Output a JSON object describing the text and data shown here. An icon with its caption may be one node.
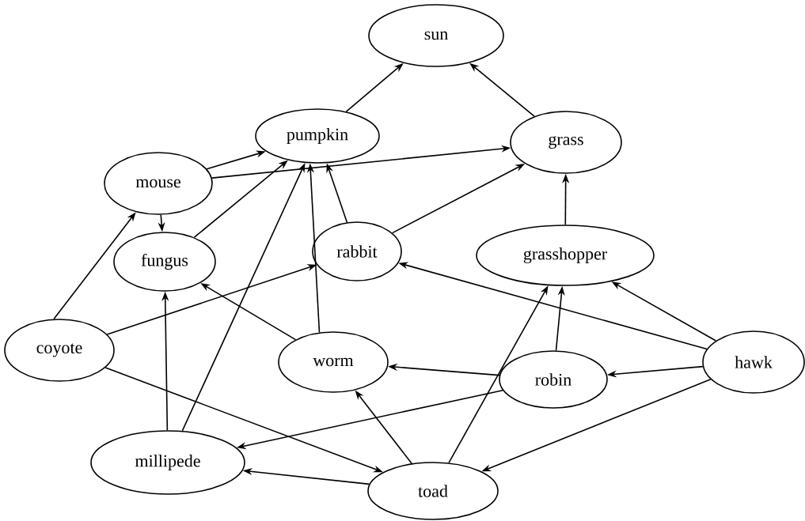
{
  "diagram": {
    "nodes": [
      {
        "text": [
          "sun"
        ]
      },
      {
        "text": [
          "pumpkin"
        ]
      },
      {
        "text": [
          "grass"
        ]
      },
      {
        "text": [
          "mouse"
        ]
      },
      {
        "text": [
          "rabbit"
        ]
      },
      {
        "text": [
          "grasshopper"
        ]
      },
      {
        "text": [
          "fungus"
        ]
      },
      {
        "text": [
          "coyote"
        ]
      },
      {
        "text": [
          "worm"
        ]
      },
      {
        "text": [
          "robin"
        ]
      },
      {
        "text": [
          "hawk"
        ]
      },
      {
        "text": [
          "millipede"
        ]
      },
      {
        "text": [
          "toad"
        ]
      }
    ],
    "edges": [
      {
        "from": 1,
        "to": 0,
        "arrow": "to"
      },
      {
        "from": 2,
        "to": 0,
        "arrow": "to"
      },
      {
        "from": 3,
        "to": 1,
        "arrow": "to"
      },
      {
        "from": 3,
        "to": 2,
        "arrow": "to"
      },
      {
        "from": 3,
        "to": 6,
        "arrow": "to"
      },
      {
        "from": 6,
        "to": 1,
        "arrow": "to"
      },
      {
        "from": 4,
        "to": 1,
        "arrow": "to"
      },
      {
        "from": 4,
        "to": 2,
        "arrow": "to"
      },
      {
        "from": 5,
        "to": 2,
        "arrow": "to"
      },
      {
        "from": 7,
        "to": 3,
        "arrow": "to"
      },
      {
        "from": 7,
        "to": 4,
        "arrow": "to"
      },
      {
        "from": 7,
        "to": 12,
        "arrow": "to"
      },
      {
        "from": 8,
        "to": 6,
        "arrow": "to"
      },
      {
        "from": 8,
        "to": 1,
        "arrow": "to"
      },
      {
        "from": 11,
        "to": 6,
        "arrow": "to"
      },
      {
        "from": 11,
        "to": 1,
        "arrow": "to"
      },
      {
        "from": 10,
        "to": 4,
        "arrow": "to"
      },
      {
        "from": 10,
        "to": 5,
        "arrow": "to"
      },
      {
        "from": 10,
        "to": 9,
        "arrow": "to"
      },
      {
        "from": 10,
        "to": 12,
        "arrow": "to"
      },
      {
        "from": 9,
        "to": 5,
        "arrow": "to"
      },
      {
        "from": 9,
        "to": 8,
        "arrow": "to"
      },
      {
        "from": 9,
        "to": 11,
        "arrow": "to"
      },
      {
        "from": 12,
        "to": 8,
        "arrow": "to"
      },
      {
        "from": 12,
        "to": 5,
        "arrow": "to"
      },
      {
        "from": 12,
        "to": 11,
        "arrow": "to"
      }
    ]
  }
}
